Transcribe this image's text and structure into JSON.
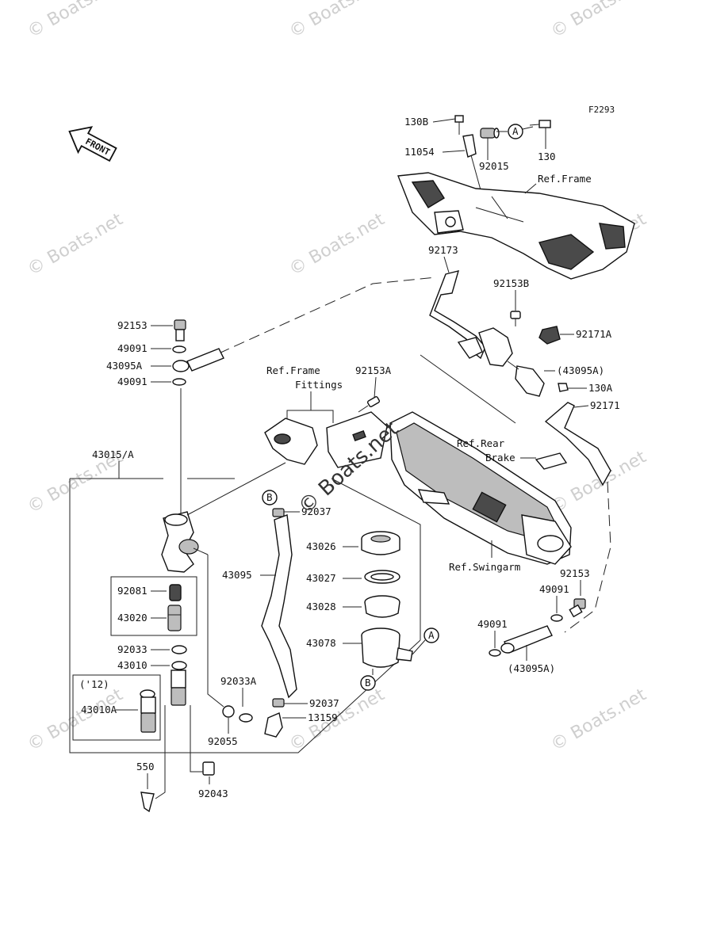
{
  "figure_code": "F2293",
  "front_label": "FRONT",
  "callout_a": "A",
  "callout_b": "B",
  "watermark": "© Boats.net",
  "labels": {
    "p130B": "130B",
    "p11054": "11054",
    "p92015": "92015",
    "p130": "130",
    "ref_frame_top": "Ref.Frame",
    "p92173": "92173",
    "p92153B": "92153B",
    "p92171A": "92171A",
    "p92153_top": "92153",
    "p49091_a": "49091",
    "p43095A": "43095A",
    "p49091_b": "49091",
    "ref_frame_fittings_1": "Ref.Frame",
    "ref_frame_fittings_2": "Fittings",
    "p92153A": "92153A",
    "p43095A_paren": "(43095A)",
    "p130A": "130A",
    "p92171": "92171",
    "ref_rear_brake_1": "Ref.Rear",
    "ref_rear_brake_2": "Brake",
    "p43015A": "43015/A",
    "p92037_top": "92037",
    "p43026": "43026",
    "p43095": "43095",
    "p43027": "43027",
    "ref_swingarm": "Ref.Swingarm",
    "p92153_right": "92153",
    "p92081": "92081",
    "p43028": "43028",
    "p49091_right": "49091",
    "p43020": "43020",
    "p49091_right2": "49091",
    "p92033": "92033",
    "p43078": "43078",
    "p43010": "43010",
    "p43095A_paren2": "(43095A)",
    "year12": "('12)",
    "p92033A": "92033A",
    "p92037_bot": "92037",
    "p43010A": "43010A",
    "p13159": "13159",
    "p92055": "92055",
    "p550": "550",
    "p92043": "92043"
  }
}
